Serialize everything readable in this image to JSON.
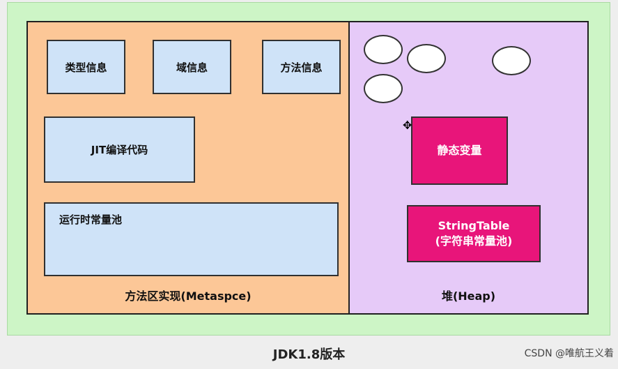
{
  "metaspace": {
    "type_info": "类型信息",
    "field_info": "域信息",
    "method_info": "方法信息",
    "jit_code": "JIT编译代码",
    "runtime_pool": "运行时常量池",
    "title": "方法区实现(Metaspce)"
  },
  "heap": {
    "static_vars": "静态变量",
    "string_table_line1": "StringTable",
    "string_table_line2": "(字符串常量池)",
    "title": "堆(Heap)"
  },
  "caption": "JDK1.8版本",
  "watermark": "CSDN @唯航王义着",
  "colors": {
    "outer": "#cdf5c6",
    "metaspace": "#fcc797",
    "heap": "#e6caf8",
    "info_box": "#cfe3f8",
    "highlight": "#e8157a"
  }
}
